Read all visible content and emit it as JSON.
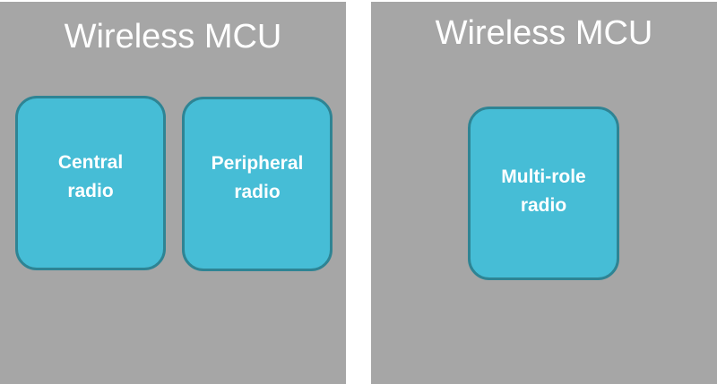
{
  "diagram": {
    "left_panel": {
      "title": "Wireless MCU",
      "boxes": [
        {
          "label": "Central\nradio"
        },
        {
          "label": "Peripheral\nradio"
        }
      ]
    },
    "right_panel": {
      "title": "Wireless MCU",
      "boxes": [
        {
          "label": "Multi-role\nradio"
        }
      ]
    }
  },
  "colors": {
    "panel_background": "#a6a6a6",
    "box_fill": "#46bdd6",
    "box_border": "#2e8494",
    "text": "#ffffff"
  }
}
